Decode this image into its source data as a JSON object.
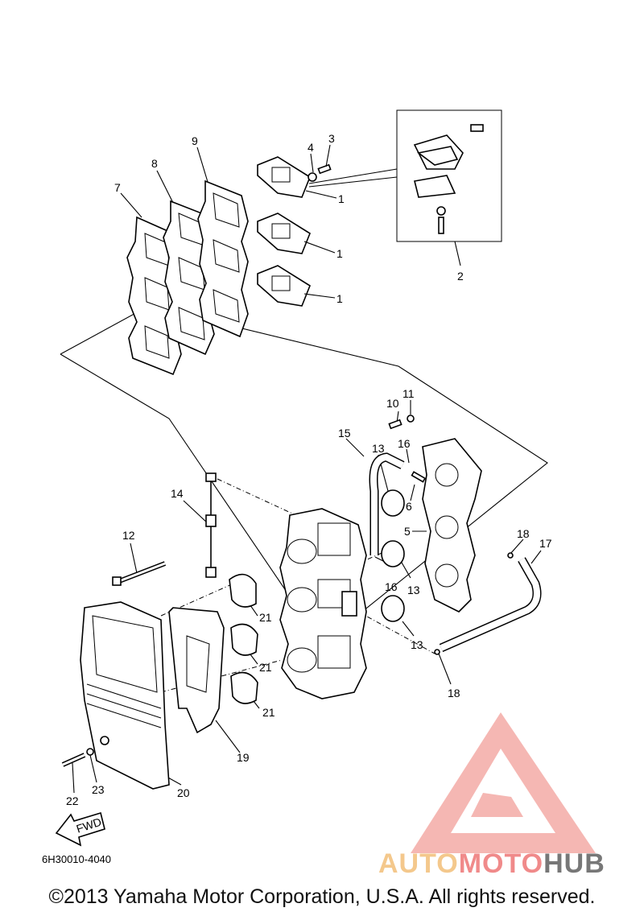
{
  "callouts": {
    "c1a": "1",
    "c1b": "1",
    "c1c": "1",
    "c2": "2",
    "c3": "3",
    "c4": "4",
    "c5": "5",
    "c6": "6",
    "c7": "7",
    "c8": "8",
    "c9": "9",
    "c10": "10",
    "c11": "11",
    "c12": "12",
    "c13a": "13",
    "c13b": "13",
    "c13c": "13",
    "c14": "14",
    "c15": "15",
    "c16a": "16",
    "c16b": "16",
    "c17": "17",
    "c18a": "18",
    "c18b": "18",
    "c19": "19",
    "c20": "20",
    "c21a": "21",
    "c21b": "21",
    "c21c": "21",
    "c22": "22",
    "c23": "23"
  },
  "fwd_label": "FWD",
  "drawing_code": "6H30010-4040",
  "copyright": "©2013 Yamaha Motor Corporation, U.S.A. All rights reserved.",
  "watermark": {
    "part1": "AUTO",
    "part2": "MOTO",
    "part3": "HUB",
    "colors": {
      "auto": "#f4c88c",
      "moto": "#f08a8a",
      "hub": "#777777",
      "logo": "#f2a09a"
    }
  }
}
